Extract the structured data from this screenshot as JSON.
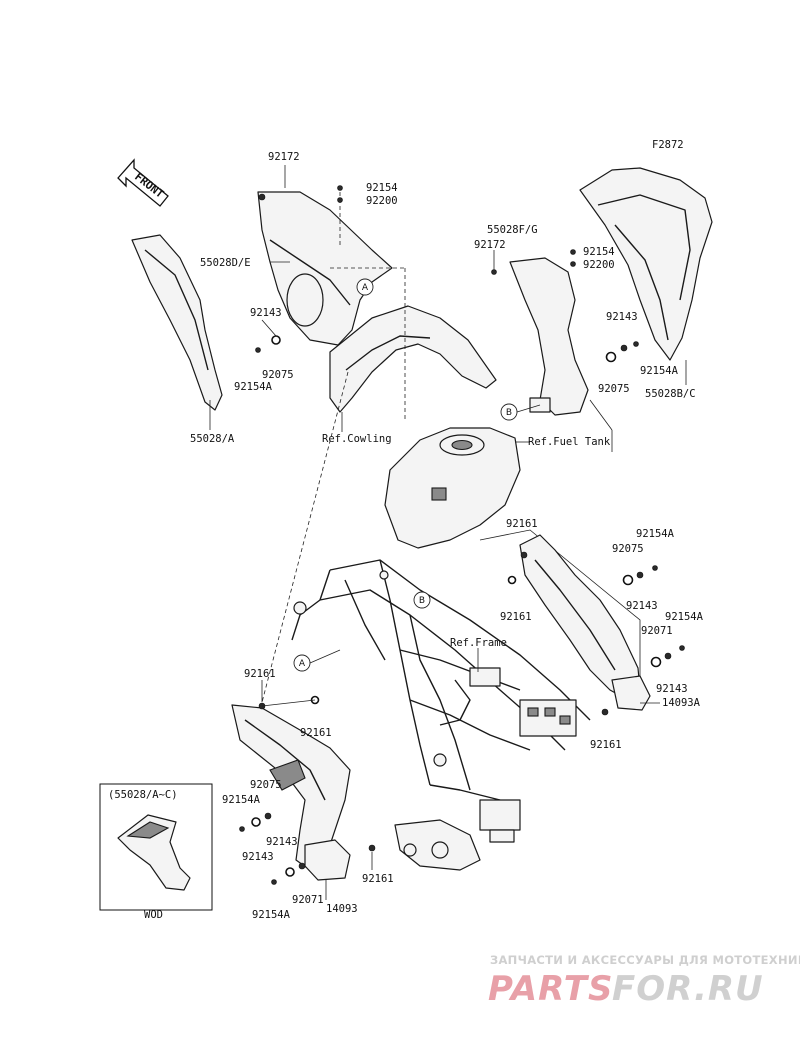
{
  "figure_code": "F2872",
  "front_label": "FRONT",
  "parts": {
    "p92172_a": "92172",
    "p92154_a": "92154",
    "p92200_a": "92200",
    "p55028DE": "55028D/E",
    "p92143_a": "92143",
    "p92075_a": "92075",
    "p92154A_a": "92154A",
    "p55028A": "55028/A",
    "p55028FG": "55028F/G",
    "p92172_b": "92172",
    "p92154_b": "92154",
    "p92200_b": "92200",
    "p92143_b": "92143",
    "p92154A_b": "92154A",
    "p92075_b": "92075",
    "p55028BC": "55028B/C",
    "p92161_a": "92161",
    "p92161_b": "92161",
    "p92154A_c": "92154A",
    "p92075_c": "92075",
    "p92143_c": "92143",
    "p92154A_d": "92154A",
    "p92071_a": "92071",
    "p92143_d": "92143",
    "p14093A": "14093A",
    "p92161_c": "92161",
    "p92161_d": "92161",
    "p92161_e": "92161",
    "p92075_d": "92075",
    "p92154A_e": "92154A",
    "p92143_e": "92143",
    "p92143_f": "92143",
    "p92071_b": "92071",
    "p92154A_f": "92154A",
    "p14093": "14093",
    "p92161_f": "92161"
  },
  "refs": {
    "cowling": "Ref.Cowling",
    "fuel_tank": "Ref.Fuel Tank",
    "frame": "Ref.Frame"
  },
  "markers": {
    "a": "A",
    "b": "B"
  },
  "inset": {
    "title": "(55028/A~C)",
    "caption": "WOD"
  },
  "watermark": {
    "top": "ЗАПЧАСТИ И АКСЕССУАРЫ ДЛЯ МОТОТЕХНИКИ",
    "left": "PARTS",
    "right": "FOR.RU",
    "left_color": "#e8a0a8",
    "right_color": "#d0d0d0"
  }
}
